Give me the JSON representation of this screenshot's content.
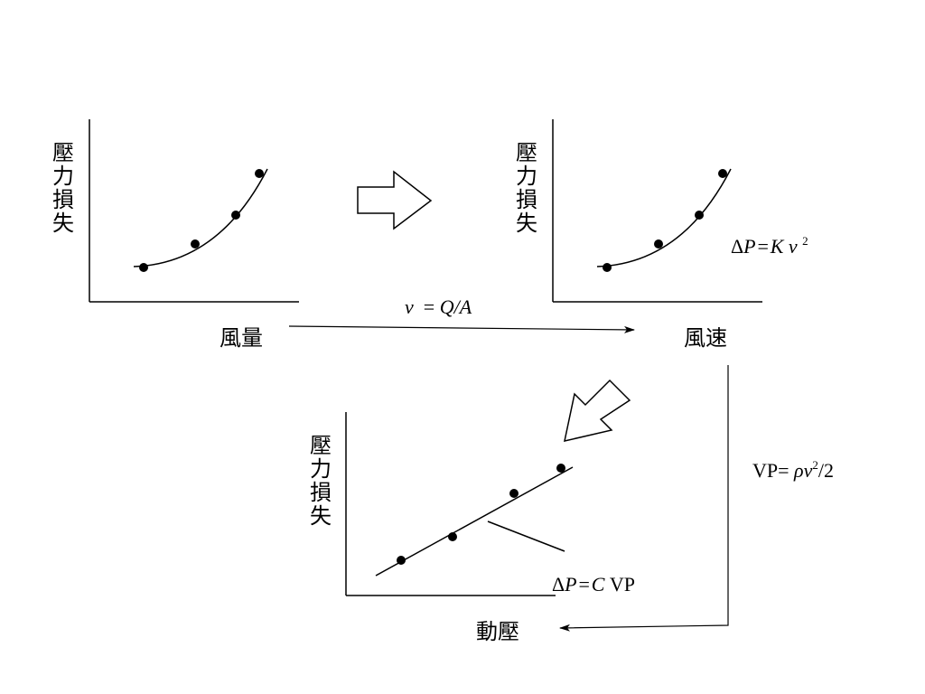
{
  "graph_top_left": {
    "y_axis_label": [
      "壓",
      "力",
      "損",
      "失"
    ],
    "x_axis_label": "風量",
    "points": [
      [
        159,
        296
      ],
      [
        216,
        270
      ],
      [
        261,
        238
      ],
      [
        287,
        192
      ]
    ]
  },
  "graph_top_right": {
    "y_axis_label": [
      "壓",
      "力",
      "損",
      "失"
    ],
    "x_axis_label": "風速",
    "points": [
      [
        672,
        296
      ],
      [
        729,
        270
      ],
      [
        774,
        238
      ],
      [
        800,
        192
      ]
    ],
    "formula": {
      "delta": "Δ",
      "p": "P",
      "eq": "=",
      "k": "K",
      "v": "v",
      "exp": "2"
    }
  },
  "graph_bottom": {
    "y_axis_label": [
      "壓",
      "力",
      "損",
      "失"
    ],
    "x_axis_label": "動壓",
    "points": [
      [
        444,
        620
      ],
      [
        501,
        594
      ],
      [
        569,
        546
      ],
      [
        621,
        518
      ]
    ],
    "formula": {
      "delta": "Δ",
      "p": "P",
      "eq": "=",
      "c": "C",
      "vp": "VP"
    }
  },
  "relation_velocity": {
    "v": "v",
    "eq": "=",
    "q": "Q",
    "slash": "/",
    "a": "A"
  },
  "relation_vp": {
    "vp": "VP",
    "eq": "=",
    "rho": "ρ",
    "v": "v",
    "exp": "2",
    "div": "/2"
  }
}
